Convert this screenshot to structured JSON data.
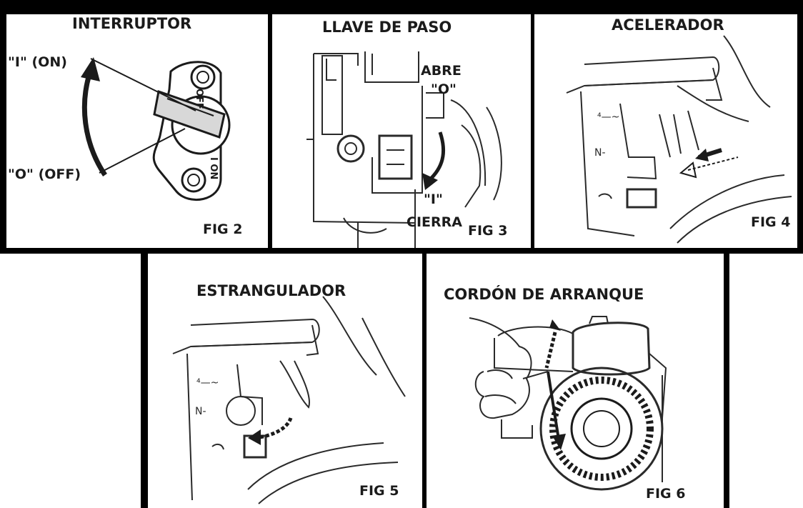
{
  "panels": {
    "p2": {
      "title": "INTERRUPTOR",
      "label_on": "\"I\" (ON)",
      "label_off": "\"O\" (OFF)",
      "switch_off_text": "OFF",
      "switch_on_text": "I ON",
      "fig": "FIG 2"
    },
    "p3": {
      "title": "LLAVE DE PASO",
      "open_line1": "ABRE",
      "open_line2": "\"O\"",
      "close_line1": "\"I\"",
      "close_line2": "CIERRA",
      "fig": "FIG 3"
    },
    "p4": {
      "title": "ACELERADOR",
      "fig": "FIG 4"
    },
    "p5": {
      "title": "ESTRANGULADOR",
      "fig": "FIG 5"
    },
    "p6": {
      "title": "CORDÓN DE ARRANQUE",
      "fig": "FIG 6"
    }
  },
  "colors": {
    "ink": "#1b1b1b",
    "frame": "#000000",
    "background": "#ffffff"
  }
}
